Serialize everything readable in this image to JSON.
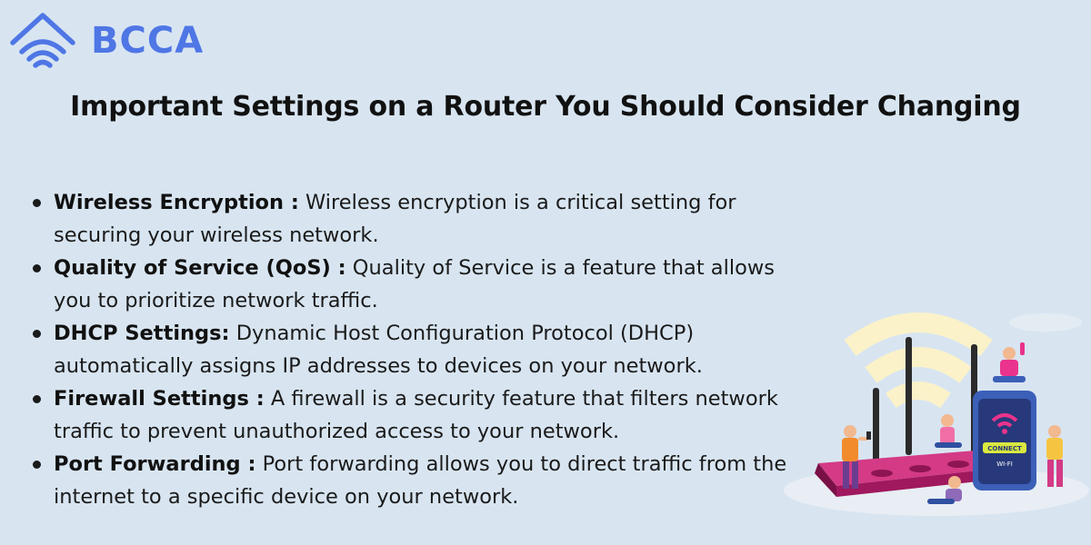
{
  "logo": {
    "text": "BCCA",
    "icon": "house-wifi-icon",
    "color": "#4f76e5"
  },
  "title": "Important Settings on a Router You Should Consider Changing",
  "bullets": [
    {
      "term": "Wireless Encryption :",
      "text": " Wireless encryption is a critical setting for securing your wireless network."
    },
    {
      "term": "Quality of Service (QoS) :",
      "text": " Quality of Service is a feature that allows you to prioritize network traffic."
    },
    {
      "term": "DHCP Settings:",
      "text": " Dynamic Host Configuration Protocol (DHCP) automatically assigns IP addresses to devices on your network."
    },
    {
      "term": "Firewall Settings :",
      "text": " A firewall is a security feature that filters network traffic to prevent unauthorized access to your network."
    },
    {
      "term": "Port Forwarding :",
      "text": "  Port forwarding allows you to direct traffic from the internet to a specific device on your network."
    }
  ],
  "illustration": {
    "phone_button": "CONNECT",
    "phone_label": "WI-FI",
    "colors": {
      "background": "#d8e5f1",
      "router": "#b81d6c",
      "wifi_arcs": "#fbf2c9",
      "phone": "#3c5fb8"
    }
  }
}
